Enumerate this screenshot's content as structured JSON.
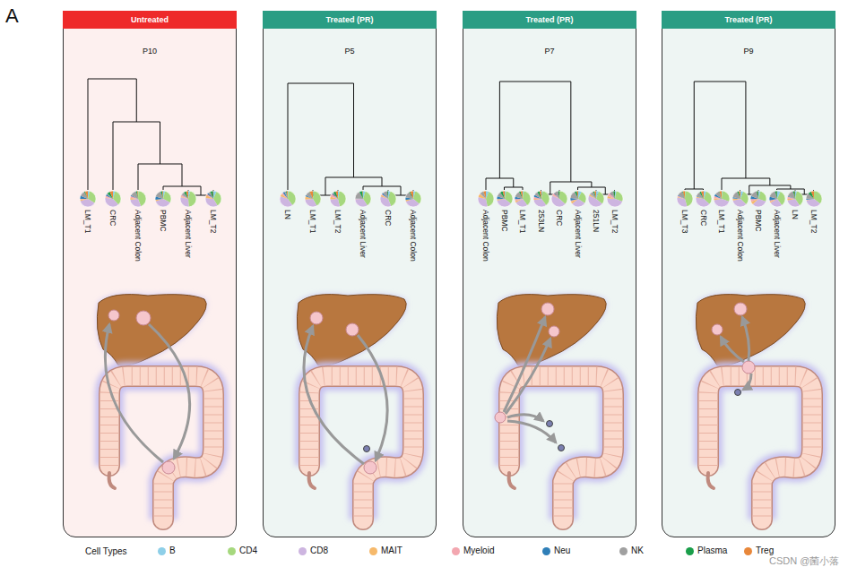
{
  "diagram": {
    "nodes": [
      {
        "text": [
          "Untreated",
          "P10"
        ]
      },
      {
        "text": [
          "LM_T1"
        ],
        "in": 0
      },
      {
        "text": [
          "CRC"
        ],
        "in": 0
      },
      {
        "text": [
          "Adjacent Colon"
        ],
        "in": 0
      },
      {
        "text": [
          "PBMC"
        ],
        "in": 0
      },
      {
        "text": [
          "Adjacent Liver"
        ],
        "in": 0
      },
      {
        "text": [
          "LM_T2"
        ],
        "in": 0
      },
      {
        "text": [
          "Treated (PR)",
          "P5"
        ]
      },
      {
        "text": [
          "LN"
        ],
        "in": 7
      },
      {
        "text": [
          "LM_T1"
        ],
        "in": 7
      },
      {
        "text": [
          "LM_T2"
        ],
        "in": 7
      },
      {
        "text": [
          "Adjacent Liver"
        ],
        "in": 7
      },
      {
        "text": [
          "CRC"
        ],
        "in": 7
      },
      {
        "text": [
          "Adjacent Colon"
        ],
        "in": 7
      },
      {
        "text": [
          "Treated (PR)",
          "P7"
        ]
      },
      {
        "text": [
          "Adjacent Colon"
        ],
        "in": 14
      },
      {
        "text": [
          "PBMC"
        ],
        "in": 14
      },
      {
        "text": [
          "LM_T1"
        ],
        "in": 14
      },
      {
        "text": [
          "253LN"
        ],
        "in": 14
      },
      {
        "text": [
          "CRC"
        ],
        "in": 14
      },
      {
        "text": [
          "Adjacent Liver"
        ],
        "in": 14
      },
      {
        "text": [
          "251LN"
        ],
        "in": 14
      },
      {
        "text": [
          "LM_T2"
        ],
        "in": 14
      },
      {
        "text": [
          "Treated (PR)",
          "P9"
        ]
      },
      {
        "text": [
          "LM_T3"
        ],
        "in": 23
      },
      {
        "text": [
          "CRC"
        ],
        "in": 23
      },
      {
        "text": [
          "LM_T1"
        ],
        "in": 23
      },
      {
        "text": [
          "Adjacent Colon"
        ],
        "in": 23
      },
      {
        "text": [
          "PBMC"
        ],
        "in": 23
      },
      {
        "text": [
          "Adjacent Liver"
        ],
        "in": 23
      },
      {
        "text": [
          "LN"
        ],
        "in": 23
      },
      {
        "text": [
          "LM_T2"
        ],
        "in": 23
      }
    ],
    "edges": [],
    "labels": [
      "A",
      "Cell Types",
      "CSDN @菌小落"
    ],
    "legend": [
      {
        "text": "B",
        "color": "#8ecfe8"
      },
      {
        "text": "CD4",
        "color": "#a6d87e"
      },
      {
        "text": "CD8",
        "color": "#cdb5e0"
      },
      {
        "text": "MAIT",
        "color": "#f6b96b"
      },
      {
        "text": "Myeloid",
        "color": "#f3a7b0"
      },
      {
        "text": "Neu",
        "color": "#2f7fb8"
      },
      {
        "text": "NK",
        "color": "#a0a0a0"
      },
      {
        "text": "Plasma",
        "color": "#1a9e4a"
      },
      {
        "text": "Treg",
        "color": "#e8873a"
      }
    ]
  }
}
